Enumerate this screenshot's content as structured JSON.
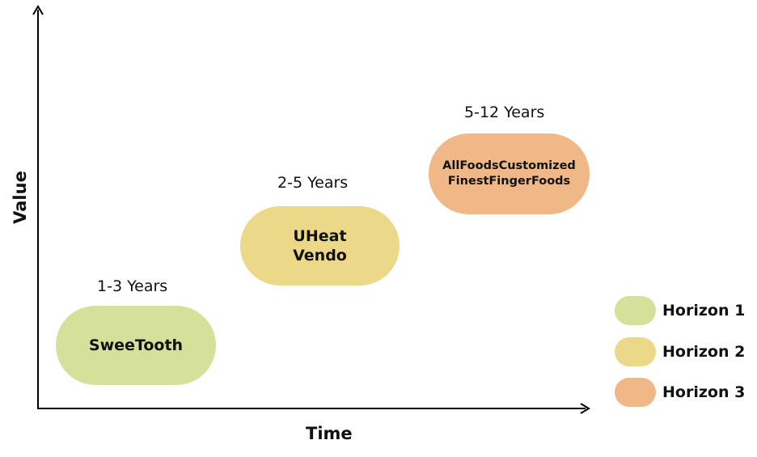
{
  "axes": {
    "x_label": "Time",
    "y_label": "Value"
  },
  "horizons": [
    {
      "name": "SweeTooth",
      "duration": "1-3 Years",
      "color": "#d5e09a"
    },
    {
      "name": "UHeat\nVendo",
      "duration": "2-5 Years",
      "color": "#ecd889"
    },
    {
      "name": "AllFoodsCustomized\nFinestFingerFoods",
      "duration": "5-12 Years",
      "color": "#f1b887"
    }
  ],
  "legend": [
    {
      "label": "Horizon 1",
      "color": "#d5e09a"
    },
    {
      "label": "Horizon 2",
      "color": "#ecd889"
    },
    {
      "label": "Horizon 3",
      "color": "#f1b887"
    }
  ]
}
